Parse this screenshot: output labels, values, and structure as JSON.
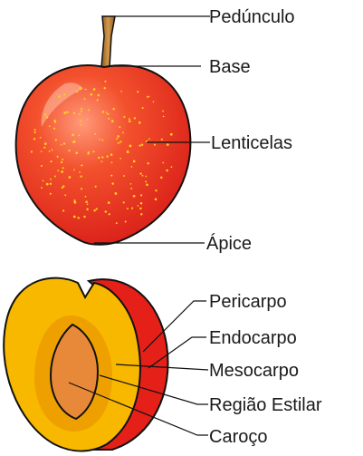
{
  "labels": {
    "pedunculo": "Pedúnculo",
    "base": "Base",
    "lenticelas": "Lenticelas",
    "apice": "Ápice",
    "pericarpo": "Pericarpo",
    "endocarpo": "Endocarpo",
    "mesocarpo": "Mesocarpo",
    "regiao_estilar": "Região Estilar",
    "caroco": "Caroço"
  },
  "colors": {
    "skin_red": "#e8241d",
    "skin_orange": "#f36b2a",
    "highlight": "#ffb38a",
    "lenticel": "#ffd21f",
    "stem": "#c98a3c",
    "stem_dark": "#8b5a24",
    "mesocarp": "#f7b500",
    "flesh_inner": "#f0a800",
    "pit": "#e88a3c",
    "pit_edge": "#7a4316",
    "outline": "#111111"
  }
}
